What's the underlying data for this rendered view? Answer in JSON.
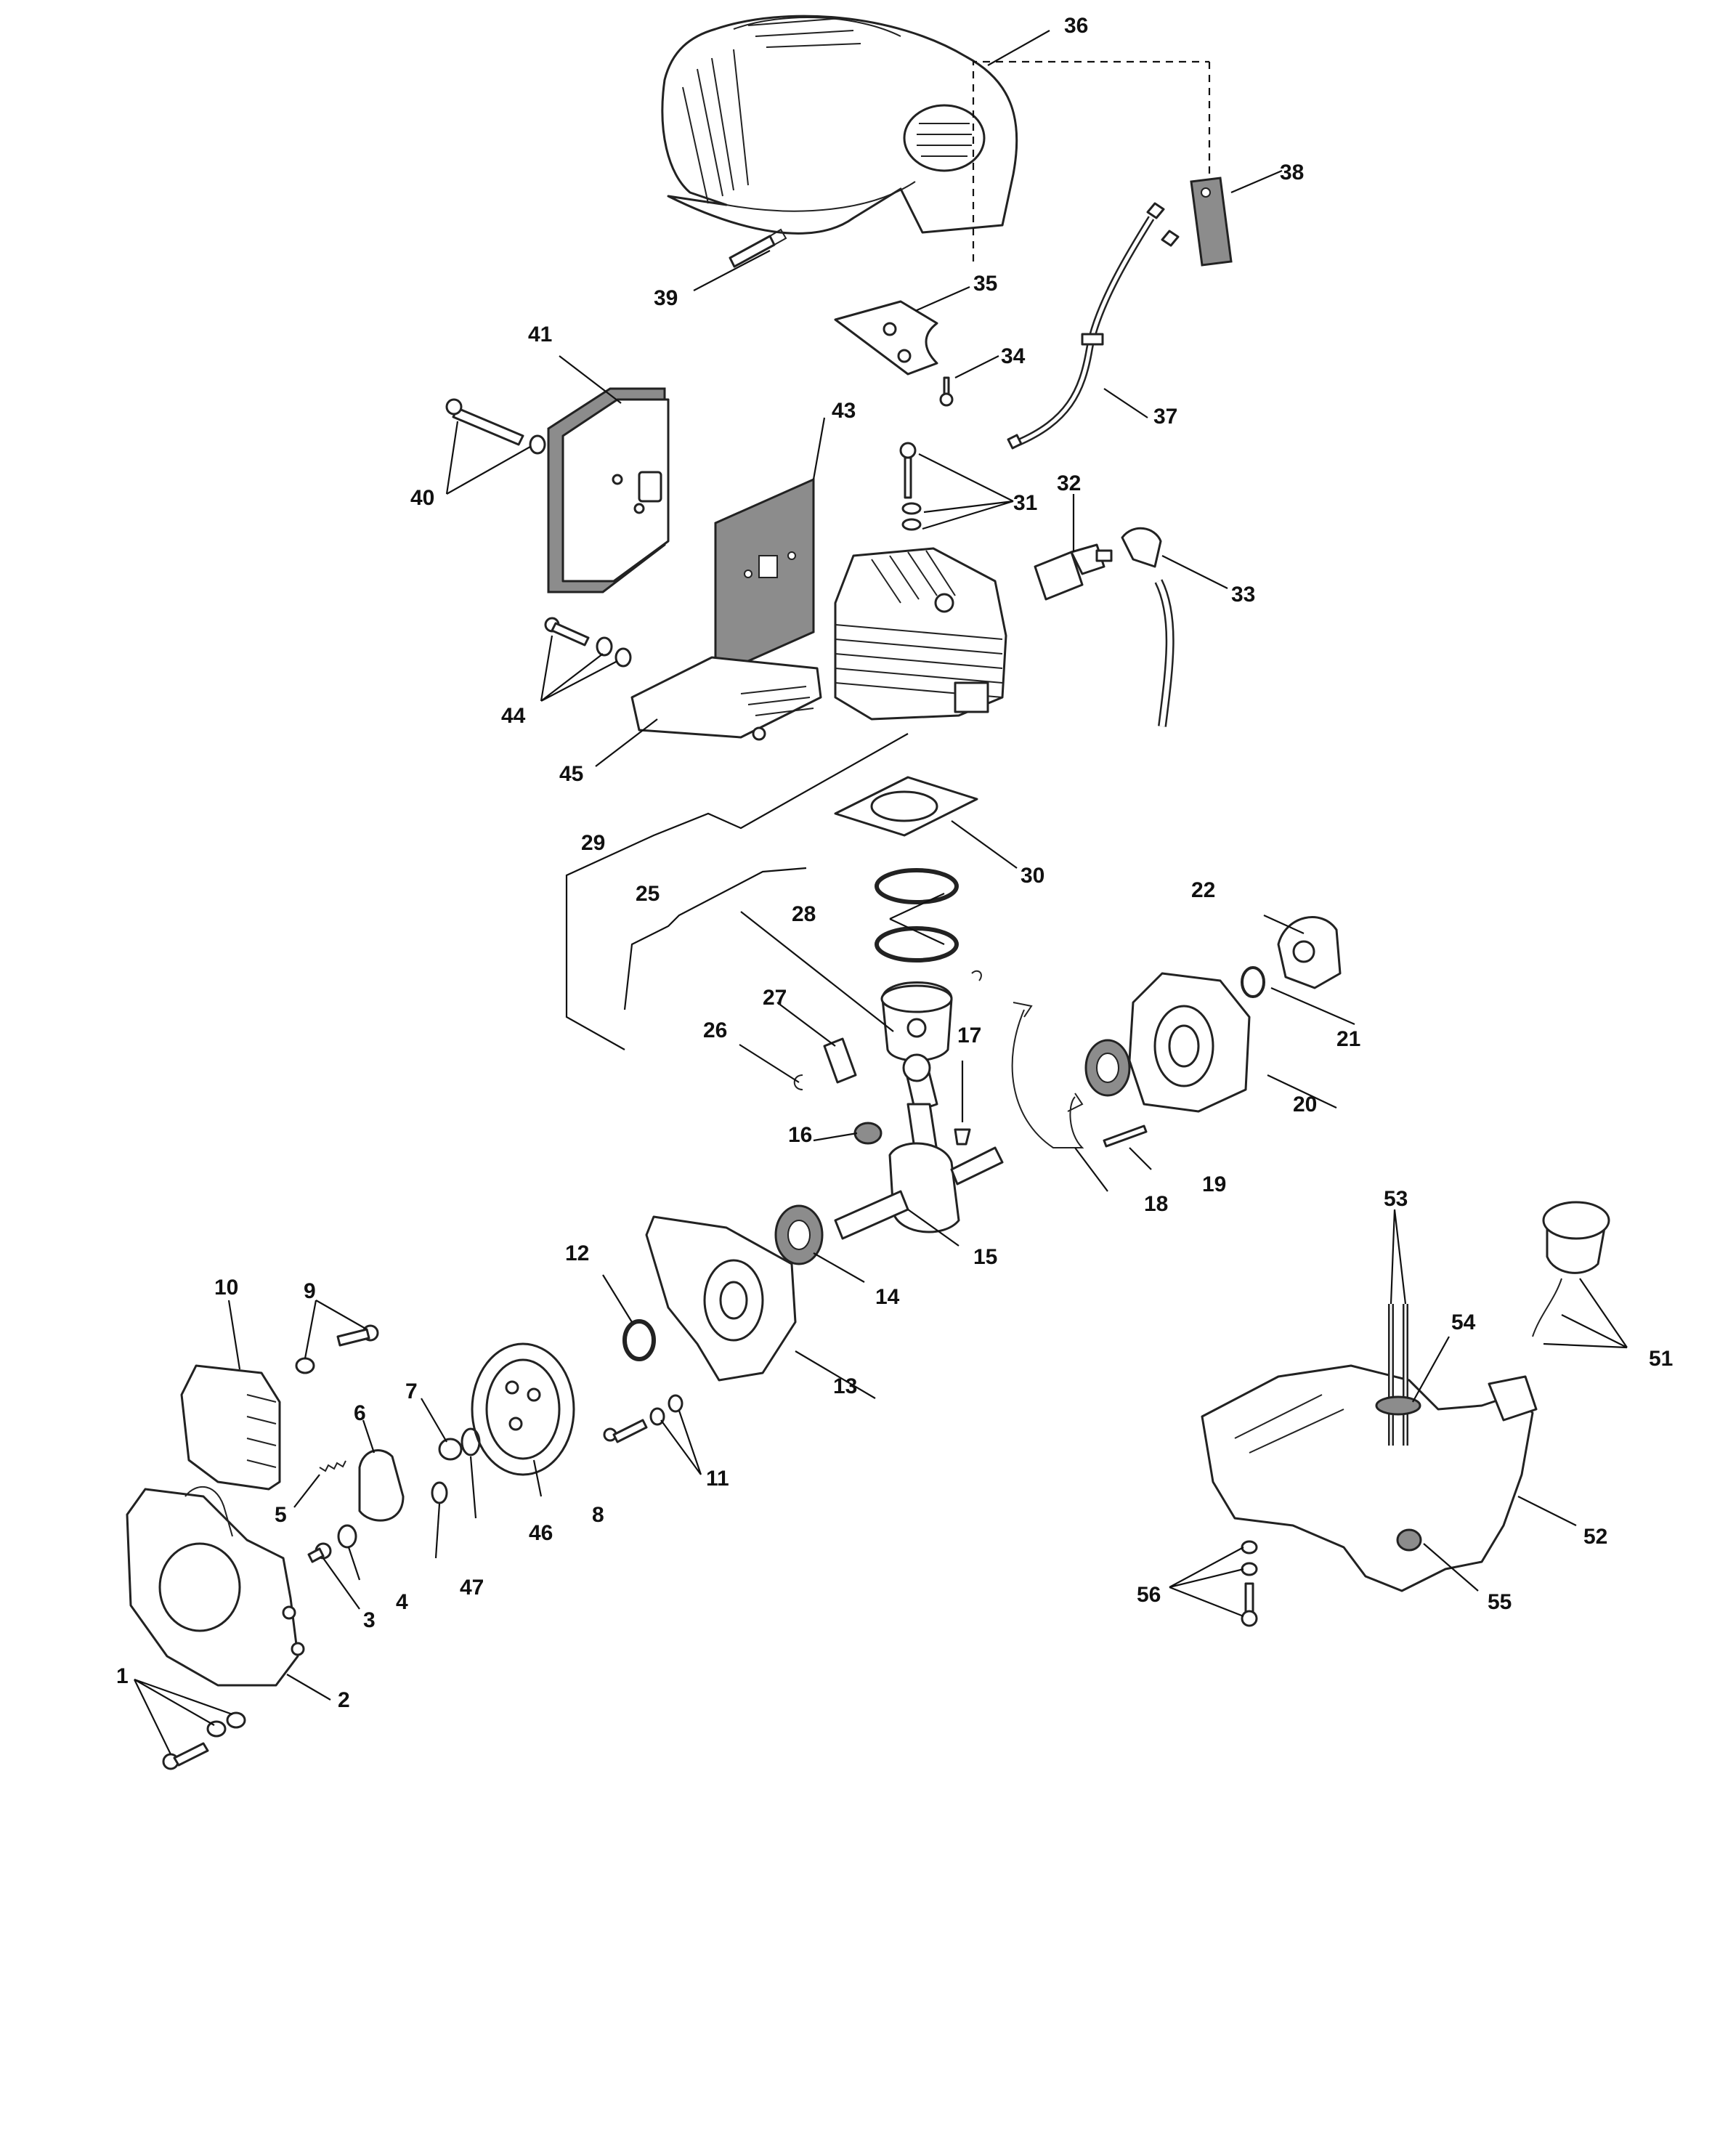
{
  "callouts": [
    "1",
    "2",
    "3",
    "4",
    "5",
    "6",
    "7",
    "8",
    "9",
    "10",
    "11",
    "12",
    "13",
    "14",
    "15",
    "16",
    "17",
    "18",
    "19",
    "20",
    "21",
    "22",
    "25",
    "26",
    "27",
    "28",
    "29",
    "30",
    "31",
    "32",
    "33",
    "34",
    "35",
    "36",
    "37",
    "38",
    "39",
    "40",
    "41",
    "43",
    "44",
    "45",
    "46",
    "47",
    "51",
    "52",
    "53",
    "54",
    "55",
    "56"
  ]
}
